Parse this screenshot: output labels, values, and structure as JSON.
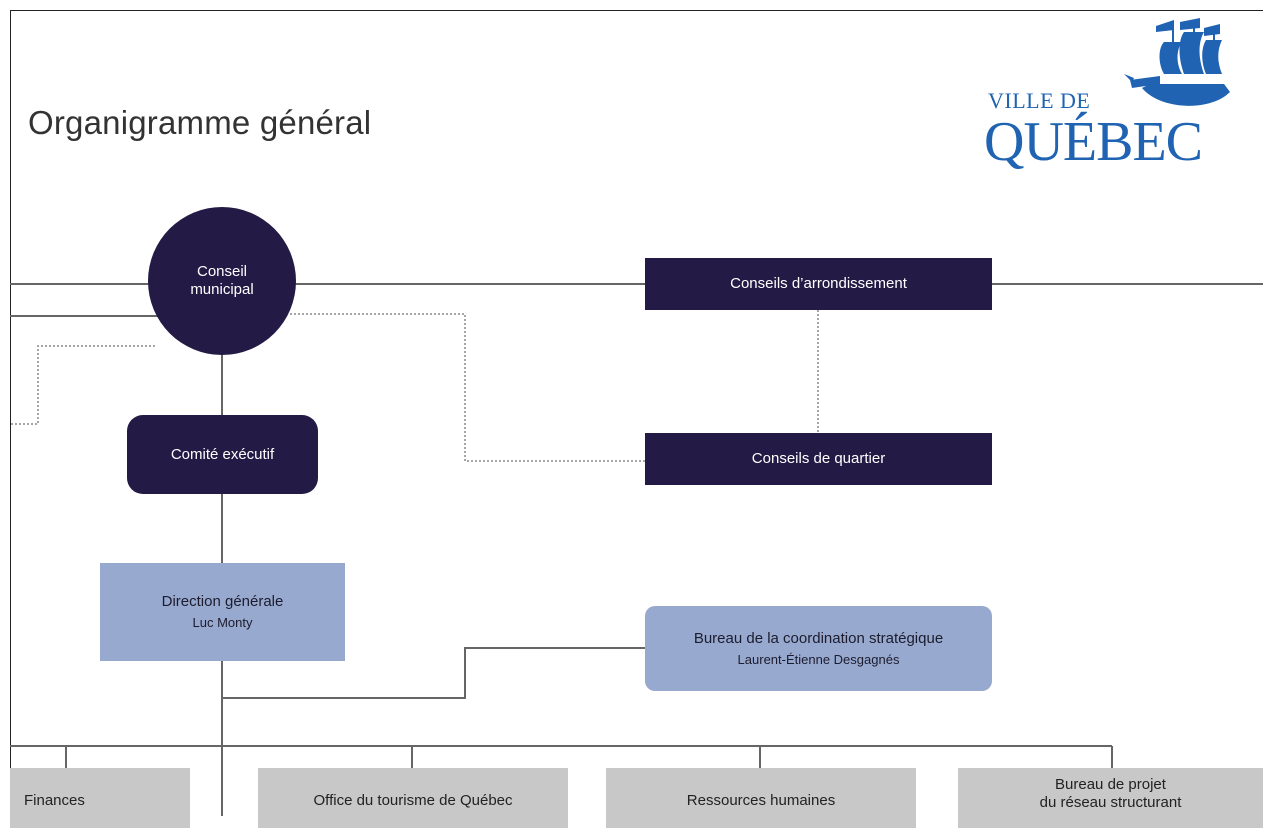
{
  "page_title": "Organigramme général",
  "logo": {
    "line1": "VILLE DE",
    "line2": "QUÉBEC",
    "brand_color": "#1f63b2"
  },
  "colors": {
    "dark_box": "#231b45",
    "blue_box": "#98a9cf",
    "gray_box": "#c8c8c8"
  },
  "nodes": {
    "conseil_municipal": {
      "line1": "Conseil",
      "line2": "municipal"
    },
    "conseils_arrondissement": {
      "label": "Conseils d’arrondissement"
    },
    "comite_executif": {
      "label": "Comité exécutif"
    },
    "conseils_quartier": {
      "label": "Conseils de quartier"
    },
    "direction_generale": {
      "label": "Direction générale",
      "person": "Luc Monty"
    },
    "bureau_coordination": {
      "label": "Bureau de la coordination stratégique",
      "person": "Laurent-Étienne Desgagnés"
    },
    "finances": {
      "label": "Finances"
    },
    "office_tourisme": {
      "label": "Office du tourisme de Québec"
    },
    "ressources_humaines": {
      "label": "Ressources humaines"
    },
    "bureau_projet": {
      "line1": "Bureau de projet",
      "line2": "du réseau structurant"
    }
  }
}
